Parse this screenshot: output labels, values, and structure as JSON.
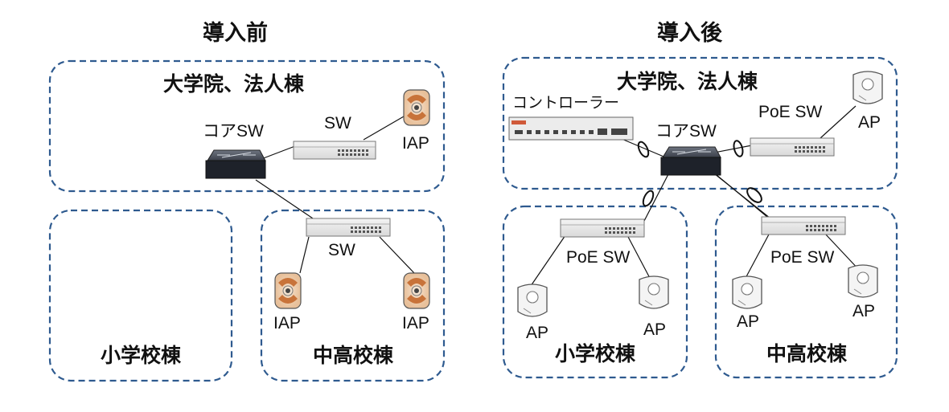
{
  "panels": {
    "before": {
      "title": "導入前",
      "zones": {
        "main": "大学院、法人棟",
        "elementary": "小学校棟",
        "juniorhigh": "中高校棟"
      },
      "devices": {
        "core_switch": "コアSW",
        "main_switch": "SW",
        "main_iap": "IAP",
        "jh_switch": "SW",
        "jh_iap_left": "IAP",
        "jh_iap_right": "IAP"
      }
    },
    "after": {
      "title": "導入後",
      "zones": {
        "main": "大学院、法人棟",
        "elementary": "小学校棟",
        "juniorhigh": "中高校棟"
      },
      "devices": {
        "controller": "コントローラー",
        "core_switch": "コアSW",
        "main_switch": "PoE SW",
        "main_ap": "AP",
        "elem_switch": "PoE SW",
        "elem_ap_left": "AP",
        "elem_ap_right": "AP",
        "jh_switch": "PoE SW",
        "jh_ap_left": "AP",
        "jh_ap_right": "AP"
      }
    }
  },
  "colors": {
    "zone_border": "#2e5a8f",
    "iap_accent": "#c8733a",
    "link": "#111111"
  }
}
